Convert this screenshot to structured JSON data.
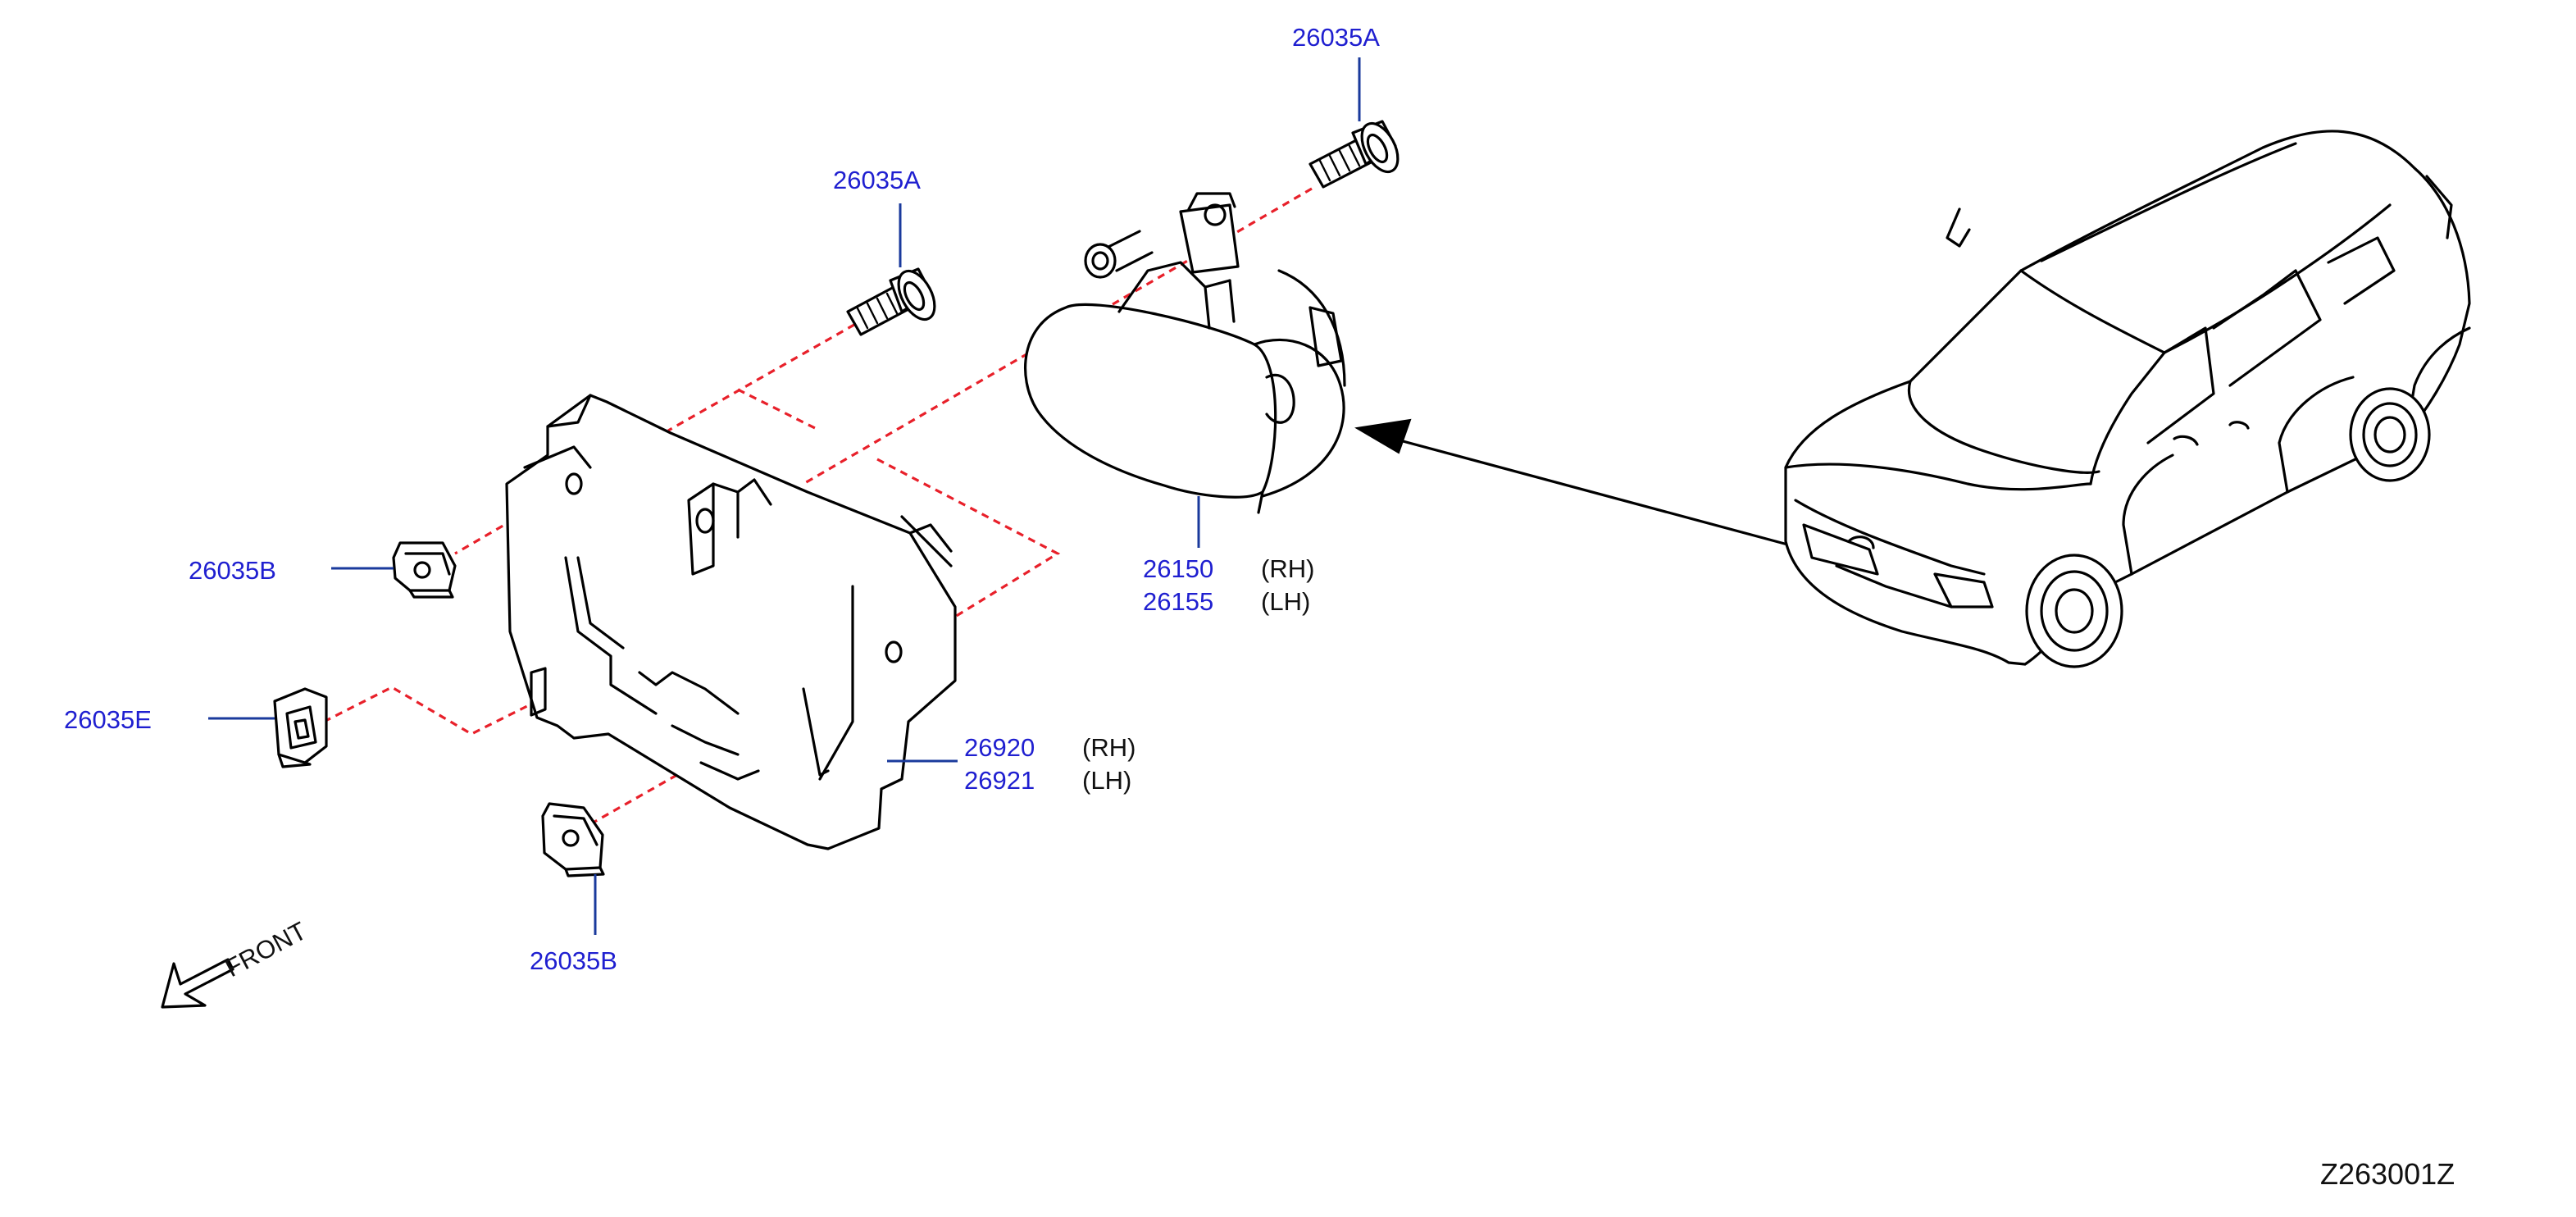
{
  "diagram_code": "Z263001Z",
  "front_label": "FRONT",
  "callouts": {
    "bolt_top": {
      "part": "26035A"
    },
    "bolt_left": {
      "part": "26035A"
    },
    "clip_left_upper": {
      "part": "26035B"
    },
    "clip_left": {
      "part": "26035E"
    },
    "clip_bottom": {
      "part": "26035B"
    },
    "fog_lamp": {
      "rh_part": "26150",
      "rh_side": "(RH)",
      "lh_part": "26155",
      "lh_side": "(LH)"
    },
    "bracket": {
      "rh_part": "26920",
      "rh_side": "(RH)",
      "lh_part": "26921",
      "lh_side": "(LH)"
    }
  },
  "colors": {
    "part_number": "#1f1fd0",
    "leader": "#1a3a9c",
    "dashed_guide": "#e8202a",
    "line_art": "#000000"
  }
}
